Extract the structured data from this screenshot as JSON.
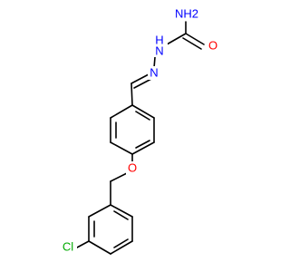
{
  "molecule": {
    "atoms": {
      "nh2": {
        "label": "NH2",
        "color": "#0000ff"
      },
      "o_carbonyl": {
        "label": "O",
        "color": "#ff0000"
      },
      "n_hydrazide": {
        "label": "N",
        "color": "#0000ff"
      },
      "h_hydrazide": {
        "label": "H",
        "color": "#0000ff"
      },
      "n_imine": {
        "label": "N",
        "color": "#0000ff"
      },
      "o_ether": {
        "label": "O",
        "color": "#ff0000"
      },
      "cl": {
        "label": "Cl",
        "color": "#00aa00"
      }
    }
  }
}
